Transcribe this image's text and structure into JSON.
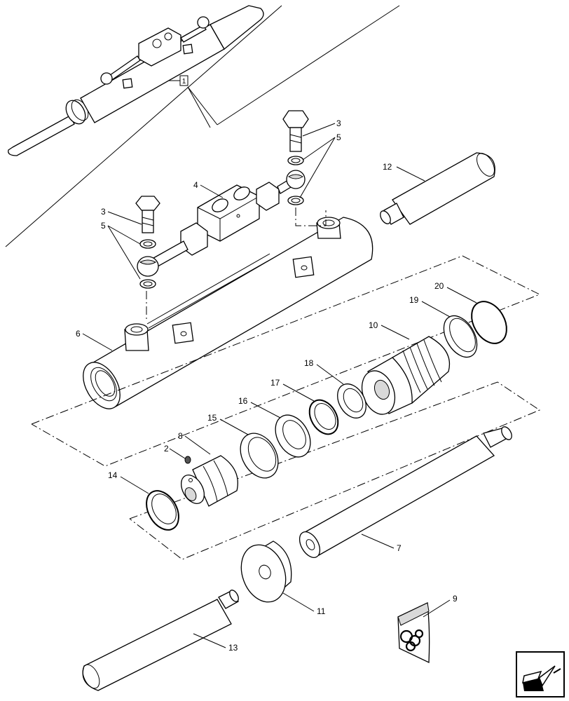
{
  "callouts": {
    "c1": "1",
    "c2": "2",
    "c3a": "3",
    "c3b": "3",
    "c4": "4",
    "c5a": "5",
    "c5b": "5",
    "c6": "6",
    "c7": "7",
    "c8": "8",
    "c9": "9",
    "c10": "10",
    "c11": "11",
    "c12": "12",
    "c13": "13",
    "c14": "14",
    "c15": "15",
    "c16": "16",
    "c17": "17",
    "c18": "18",
    "c19": "19",
    "c20": "20"
  },
  "nav": {
    "icon": "arrow-back-icon"
  }
}
